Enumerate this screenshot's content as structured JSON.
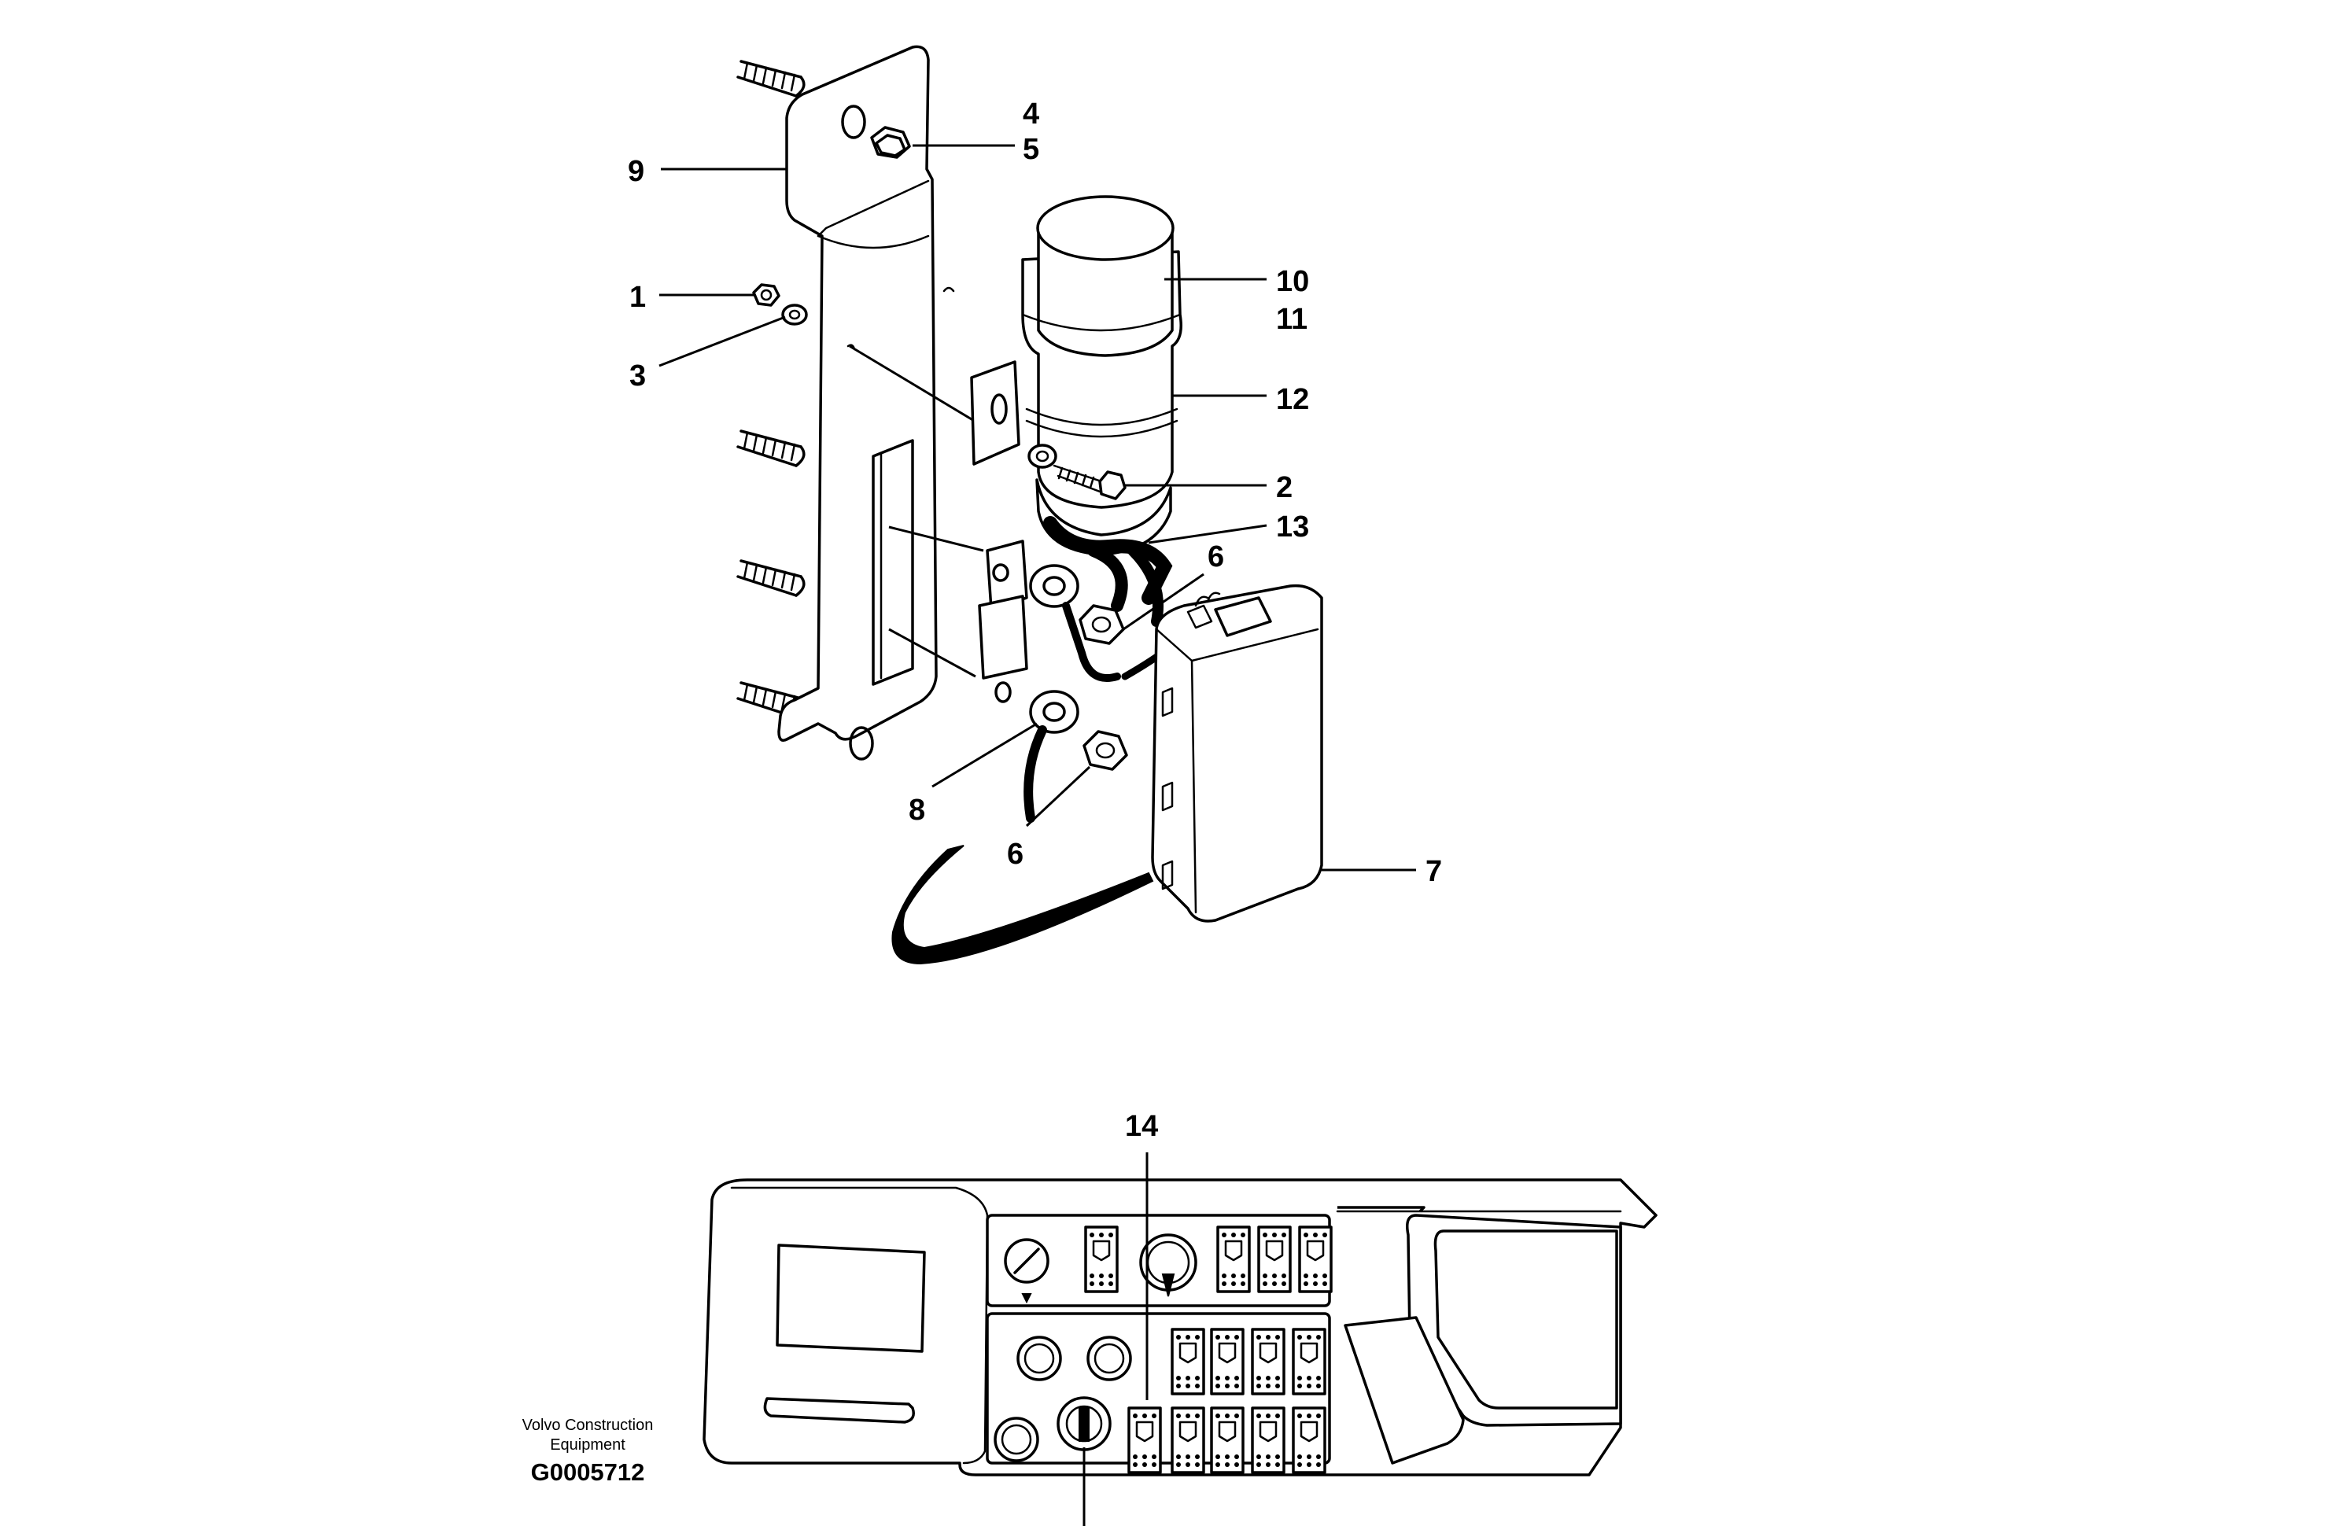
{
  "callouts": {
    "c1": "1",
    "c2": "2",
    "c3": "3",
    "c4": "4",
    "c5": "5",
    "c6a": "6",
    "c6b": "6",
    "c7": "7",
    "c8": "8",
    "c9": "9",
    "c10": "10",
    "c11": "11",
    "c12": "12",
    "c13": "13",
    "c14": "14"
  },
  "footer": {
    "credit_line1": "Volvo Construction",
    "credit_line2": "Equipment",
    "doc_id": "G0005712"
  }
}
